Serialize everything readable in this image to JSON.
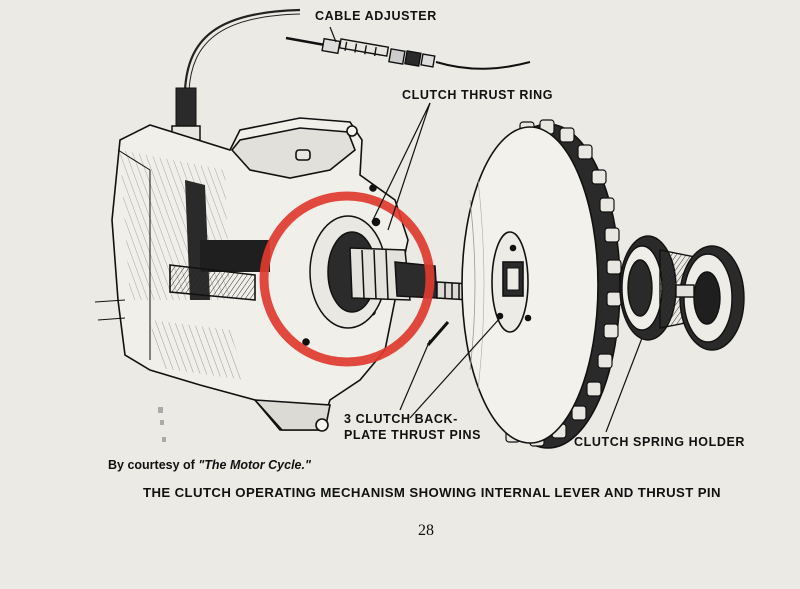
{
  "labels": {
    "cable_adjuster": "CABLE ADJUSTER",
    "clutch_thrust_ring": "CLUTCH THRUST RING",
    "backplate_pins_line1": "3 CLUTCH BACK-",
    "backplate_pins_line2": "PLATE THRUST PINS",
    "clutch_spring_holder": "CLUTCH SPRING HOLDER"
  },
  "credit": {
    "prefix": "By courtesy of",
    "source": "\"The Motor Cycle.\""
  },
  "caption": "THE CLUTCH OPERATING MECHANISM SHOWING INTERNAL LEVER AND THRUST PIN",
  "page_number": "28",
  "colors": {
    "paper": "#eceae4",
    "ink": "#151515",
    "highlight_circle": "#e0392f"
  }
}
